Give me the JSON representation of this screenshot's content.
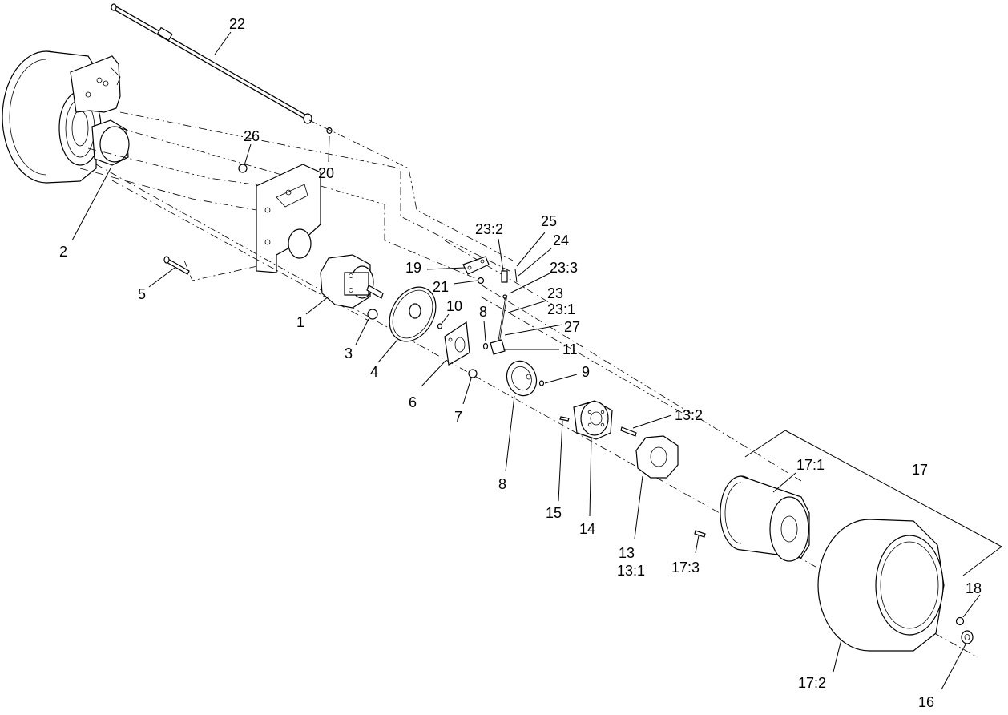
{
  "callouts": [
    {
      "id": "c22",
      "text": "22"
    },
    {
      "id": "c26",
      "text": "26"
    },
    {
      "id": "c20",
      "text": "20"
    },
    {
      "id": "c2",
      "text": "2"
    },
    {
      "id": "c5",
      "text": "5"
    },
    {
      "id": "c1",
      "text": "1"
    },
    {
      "id": "c3",
      "text": "3"
    },
    {
      "id": "c4",
      "text": "4"
    },
    {
      "id": "c19",
      "text": "19"
    },
    {
      "id": "c21",
      "text": "21"
    },
    {
      "id": "c10",
      "text": "10"
    },
    {
      "id": "c6",
      "text": "6"
    },
    {
      "id": "c7",
      "text": "7"
    },
    {
      "id": "c8a",
      "text": "8"
    },
    {
      "id": "c8b",
      "text": "8"
    },
    {
      "id": "c23_2",
      "text": "23:2"
    },
    {
      "id": "c25",
      "text": "25"
    },
    {
      "id": "c24",
      "text": "24"
    },
    {
      "id": "c23_3",
      "text": "23:3"
    },
    {
      "id": "c23",
      "text": "23"
    },
    {
      "id": "c23_1",
      "text": "23:1"
    },
    {
      "id": "c27",
      "text": "27"
    },
    {
      "id": "c11",
      "text": "11"
    },
    {
      "id": "c9",
      "text": "9"
    },
    {
      "id": "c13_2",
      "text": "13:2"
    },
    {
      "id": "c15",
      "text": "15"
    },
    {
      "id": "c14",
      "text": "14"
    },
    {
      "id": "c13",
      "text": "13"
    },
    {
      "id": "c13_1",
      "text": "13:1"
    },
    {
      "id": "c17",
      "text": "17"
    },
    {
      "id": "c17_1",
      "text": "17:1"
    },
    {
      "id": "c17_3",
      "text": "17:3"
    },
    {
      "id": "c18",
      "text": "18"
    },
    {
      "id": "c16",
      "text": "16"
    },
    {
      "id": "c17_2",
      "text": "17:2"
    }
  ]
}
